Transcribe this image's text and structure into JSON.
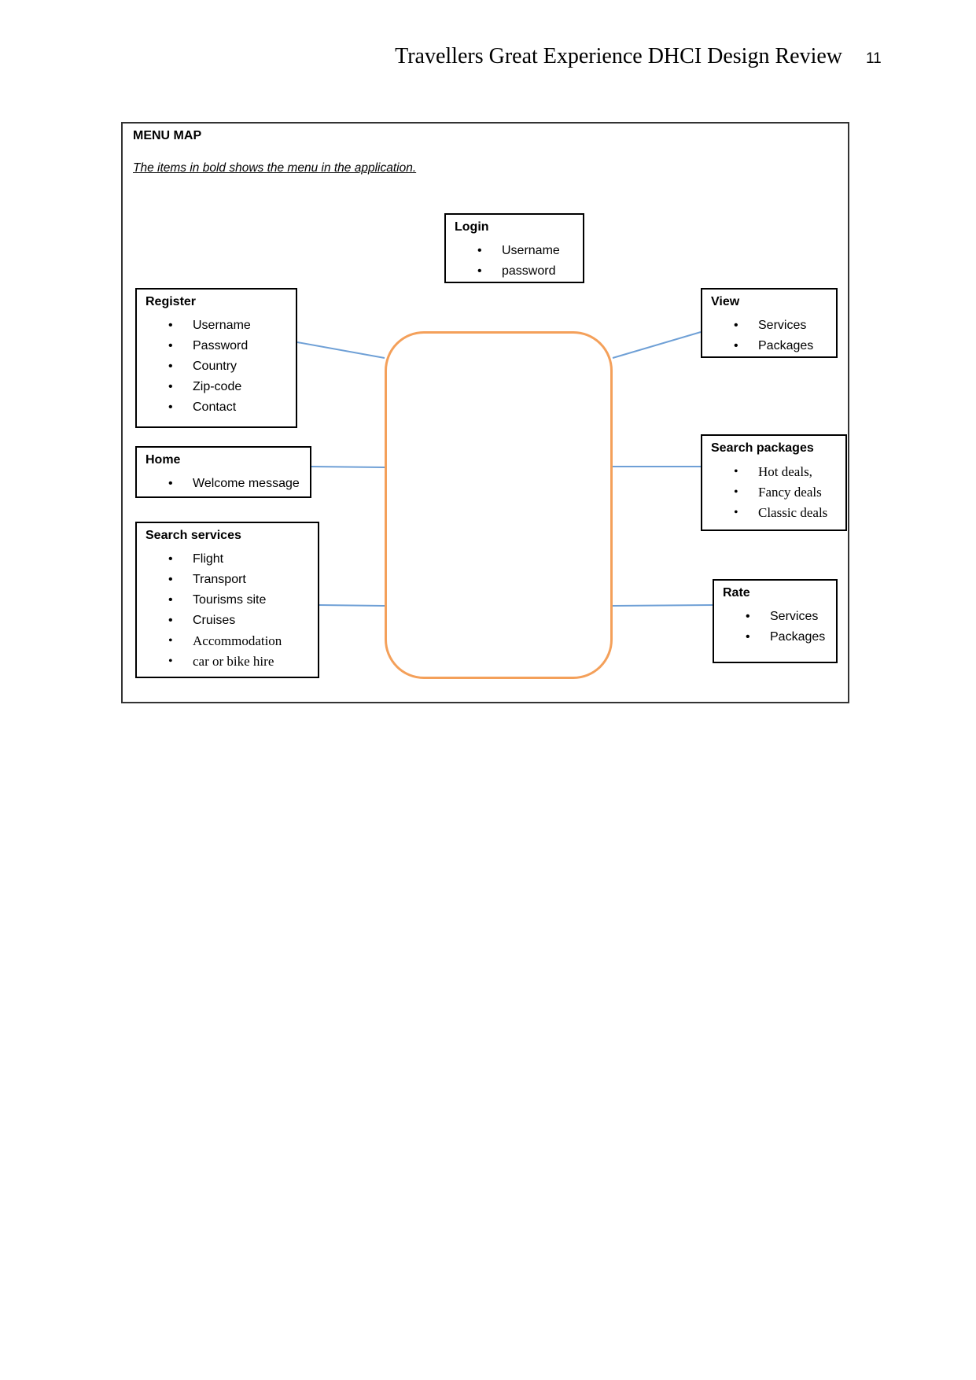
{
  "header": {
    "title": "Travellers Great Experience DHCI Design Review",
    "page_number": "11"
  },
  "figure": {
    "title": "MENU MAP",
    "note": "The items in bold shows the menu in the application.",
    "menus": {
      "login": {
        "title": "Login",
        "items": [
          "Username",
          "password"
        ]
      },
      "register": {
        "title": "Register",
        "items": [
          "Username",
          "Password",
          "Country",
          "Zip-code",
          "Contact"
        ]
      },
      "home": {
        "title": "Home",
        "items": [
          "Welcome message"
        ]
      },
      "search_services": {
        "title": "Search services",
        "items": [
          "Flight",
          "Transport",
          "Tourisms site",
          "Cruises",
          "Accommodation",
          "car or bike hire"
        ]
      },
      "view": {
        "title": "View",
        "items": [
          "Services",
          "Packages"
        ]
      },
      "search_packages": {
        "title": "Search packages",
        "items": [
          "Hot deals,",
          "Fancy deals",
          "Classic deals"
        ]
      },
      "rate": {
        "title": "Rate",
        "items": [
          "Services",
          "Packages"
        ]
      }
    },
    "colors": {
      "center_border": "#f4a05a",
      "connector": "#6fa0d6"
    }
  }
}
